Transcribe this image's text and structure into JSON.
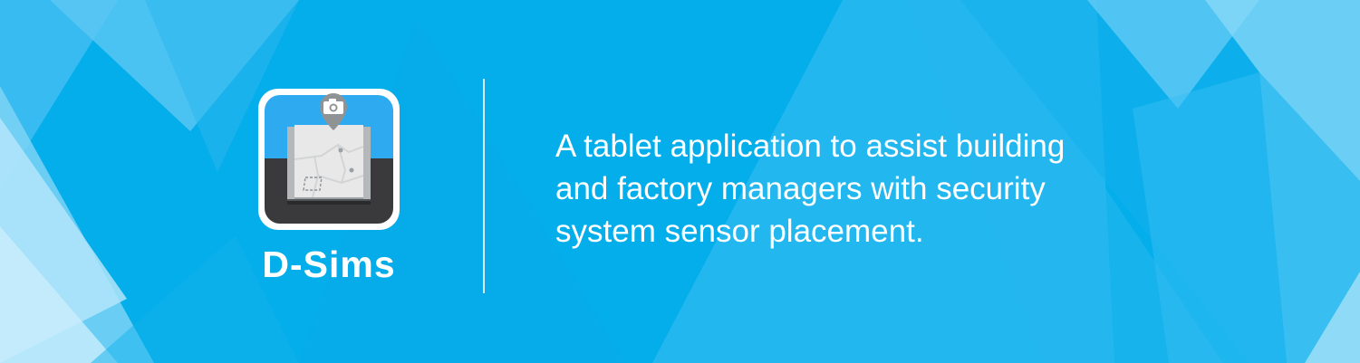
{
  "brand": {
    "app_name": "D-Sims",
    "icon": "map-pin-camera-icon"
  },
  "tagline": {
    "lines": [
      "A tablet application to assist building",
      "and factory managers with security",
      "system sensor placement."
    ]
  },
  "colors": {
    "background": "#04aeeb",
    "text": "#ffffff",
    "icon_sky": "#2eaaf0",
    "icon_ground": "#3a3a3c",
    "icon_map": "#e6e6e6",
    "icon_pin": "#9b9b9b"
  }
}
